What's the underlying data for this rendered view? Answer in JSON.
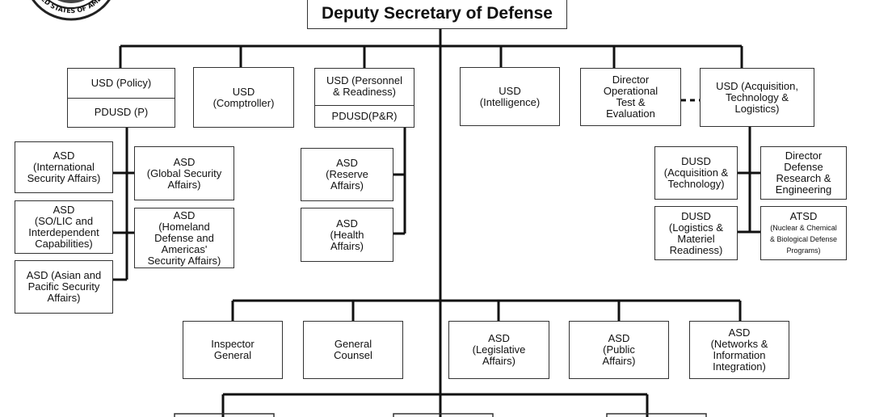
{
  "header": {
    "seal_text": "UNITED STATES OF AMERICA",
    "title": "Deputy Secretary of Defense"
  },
  "boxes": {
    "usd_policy": "USD (Policy)",
    "pdusd_p": "PDUSD (P)",
    "usd_comptroller": "USD\n(Comptroller)",
    "usd_pr": "USD (Personnel\n& Readiness)",
    "pdusd_pr": "PDUSD(P&R)",
    "usd_intel": "USD\n(Intelligence)",
    "dir_ote": "Director\nOperational\nTest &\nEvaluation",
    "usd_atl": "USD (Acquisition,\nTechnology &\nLogistics)",
    "asd_isa": "ASD\n(International\nSecurity Affairs)",
    "asd_gsa": "ASD\n(Global Security\nAffairs)",
    "asd_solic": "ASD\n(SO/LIC and\nInterdependent\nCapabilities)",
    "asd_hd": "ASD\n(Homeland\nDefense and\nAmericas'\nSecurity Affairs)",
    "asd_aps": "ASD (Asian and\nPacific Security\nAffairs)",
    "asd_reserve": "ASD\n(Reserve\nAffairs)",
    "asd_health": "ASD\n(Health\nAffairs)",
    "dusd_at": "DUSD\n(Acquisition &\nTechnology)",
    "dir_ddre": "Director\nDefense\nResearch &\nEngineering",
    "dusd_lmr": "DUSD\n(Logistics &\nMateriel\nReadiness)",
    "atsd_head": "ATSD",
    "atsd_sub": "(Nuclear & Chemical\n& Biological Defense\nPrograms)",
    "ig": "Inspector\nGeneral",
    "gc": "General\nCounsel",
    "asd_la": "ASD\n(Legislative\nAffairs)",
    "asd_pa": "ASD\n(Public\nAffairs)",
    "asd_nii": "ASD\n(Networks &\nInformation\nIntegration)"
  }
}
